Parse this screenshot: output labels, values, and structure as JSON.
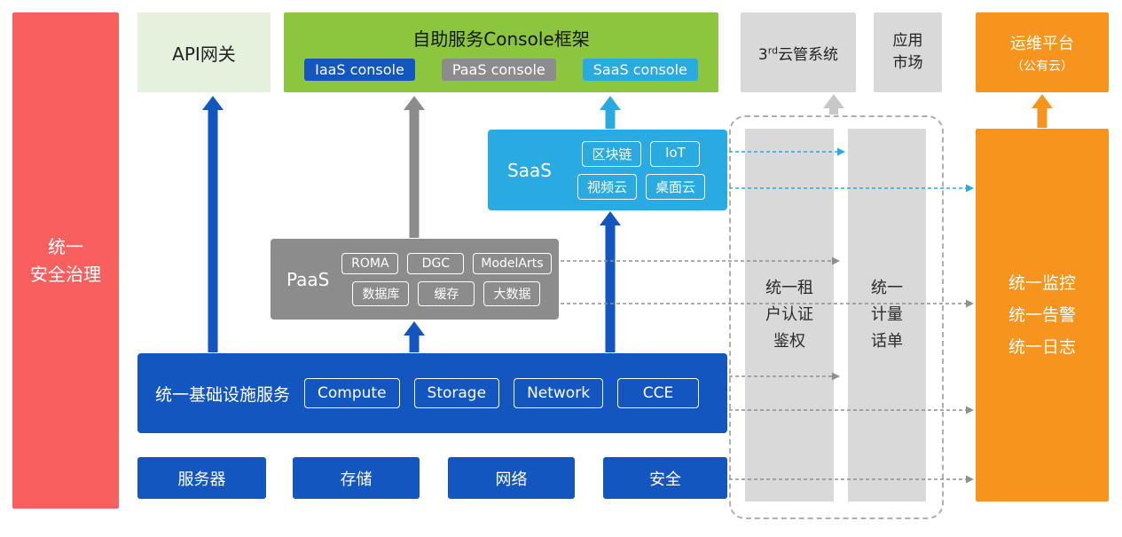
{
  "colors": {
    "red": "#F7605F",
    "pale-green": "#E4F1DD",
    "green": "#8CC63E",
    "blue": "#1456C0",
    "gray": "#8C8C8C",
    "light-gray": "#D9D9D9",
    "cyan": "#29ABE2",
    "orange": "#F7941D"
  },
  "security_rail": {
    "label": "统一\n安全治理"
  },
  "api_gateway": {
    "label": "API网关"
  },
  "console": {
    "title": "自助服务Console框架",
    "badges": [
      {
        "label": "IaaS console"
      },
      {
        "label": "PaaS console"
      },
      {
        "label": "SaaS console"
      }
    ]
  },
  "third_party": {
    "pre": "3",
    "sup": "rd",
    "rest": "云管系统"
  },
  "app_market": {
    "label": "应用\n市场"
  },
  "ops_platform": {
    "title": "运维平台",
    "subtitle": "（公有云）"
  },
  "saas": {
    "label": "SaaS",
    "chips": [
      "区块链",
      "IoT",
      "视频云",
      "桌面云"
    ]
  },
  "paas": {
    "label": "PaaS",
    "chips": [
      "ROMA",
      "DGC",
      "ModelArts",
      "数据库",
      "缓存",
      "大数据"
    ]
  },
  "iaas": {
    "label": "统一基础设施服务",
    "chips": [
      "Compute",
      "Storage",
      "Network",
      "CCE"
    ]
  },
  "infra_boxes": [
    "服务器",
    "存储",
    "网络",
    "安全"
  ],
  "auth_bar": {
    "label": "统一租\n户认证\n鉴权"
  },
  "metering_bar": {
    "label": "统一\n计量\n话单"
  },
  "monitoring": {
    "label": "统一监控\n统一告警\n统一日志"
  }
}
